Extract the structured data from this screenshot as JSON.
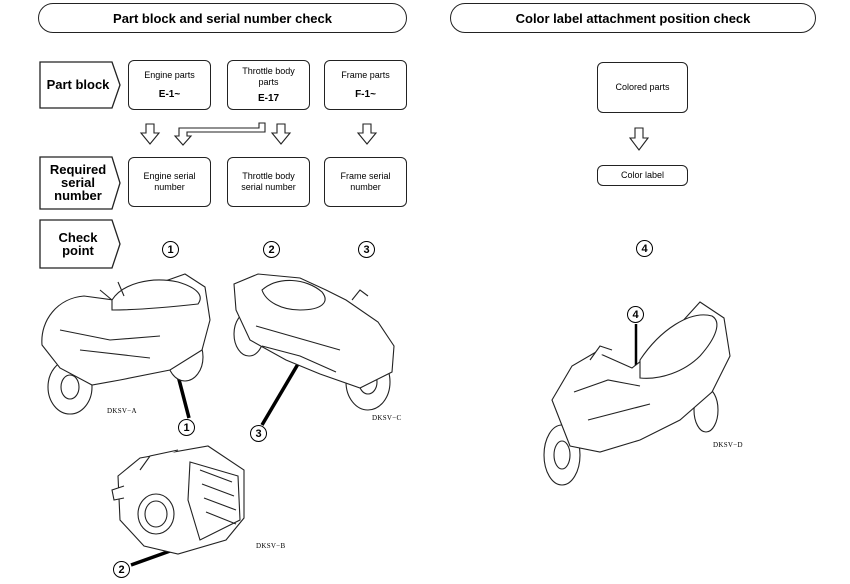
{
  "headers": {
    "left": "Part block and serial number check",
    "right": "Color label attachment position check"
  },
  "row_labels": {
    "part_block": "Part block",
    "required_serial_number": [
      "Required",
      "serial",
      "number"
    ],
    "check_point": [
      "Check",
      "point"
    ]
  },
  "part_blocks": [
    {
      "name": "Engine parts",
      "code": "E-1~"
    },
    {
      "name": "Throttle body parts",
      "name_lines": [
        "Throttle body",
        "parts"
      ],
      "code": "E-17"
    },
    {
      "name": "Frame parts",
      "code": "F-1~"
    }
  ],
  "serial_boxes": [
    [
      "Engine serial",
      "number"
    ],
    [
      "Throttle body",
      "serial number"
    ],
    [
      "Frame serial",
      "number"
    ]
  ],
  "color_boxes": {
    "colored_parts": "Colored parts",
    "color_label": "Color label"
  },
  "check_points": [
    "1",
    "2",
    "3",
    "4"
  ],
  "captions": {
    "a": "DKSV−A",
    "b": "DKSV−B",
    "c": "DKSV−C",
    "d": "DKSV−D"
  },
  "illustrations": {
    "a": "scooter-left-view",
    "b": "throttle-body",
    "c": "scooter-right-view",
    "d": "scooter-front-view"
  }
}
